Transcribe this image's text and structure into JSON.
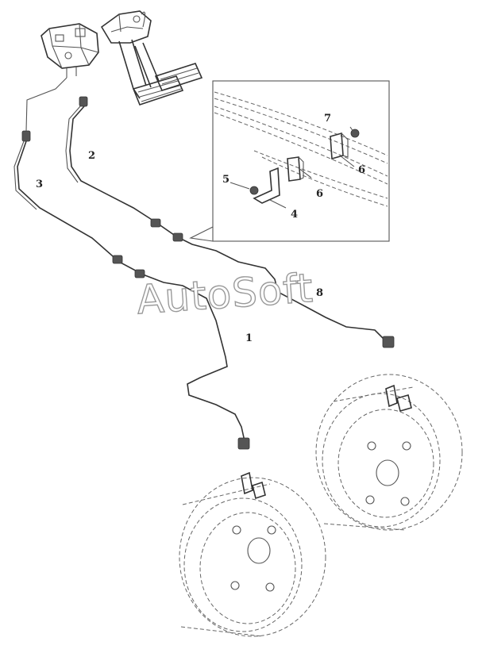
{
  "diagram": {
    "callouts": [
      {
        "id": "1",
        "label": "1"
      },
      {
        "id": "2",
        "label": "2"
      },
      {
        "id": "3",
        "label": "3"
      },
      {
        "id": "4",
        "label": "4"
      },
      {
        "id": "5",
        "label": "5"
      },
      {
        "id": "6a",
        "label": "6"
      },
      {
        "id": "6b",
        "label": "6"
      },
      {
        "id": "7",
        "label": "7"
      },
      {
        "id": "8",
        "label": "8"
      }
    ],
    "watermark": "AutoSoft"
  },
  "colors": {
    "line": "#555555",
    "background": "#ffffff"
  }
}
